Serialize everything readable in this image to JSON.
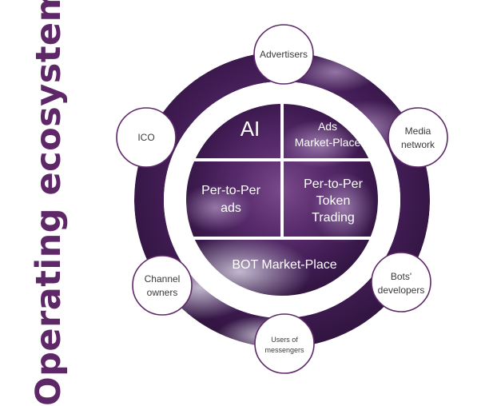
{
  "title": "Operating ecosystem",
  "core": {
    "ai": "AI",
    "ads_market_1": "Ads",
    "ads_market_2": "Market-Place",
    "p2p_ads_1": "Per-to-Per",
    "p2p_ads_2": "ads",
    "p2p_token_1": "Per-to-Per",
    "p2p_token_2": "Token",
    "p2p_token_3": "Trading",
    "bot_market": "BOT Market-Place"
  },
  "nodes": {
    "advertisers": "Advertisers",
    "media_1": "Media",
    "media_2": "network",
    "bots_1": "Bots'",
    "bots_2": "developers",
    "users_1": "Users of",
    "users_2": "messengers",
    "channel_1": "Channel",
    "channel_2": "owners",
    "ico": "ICO"
  },
  "colors": {
    "title": "#5e2868",
    "ring": "#4a1f5e",
    "node_border": "#5e2868"
  }
}
